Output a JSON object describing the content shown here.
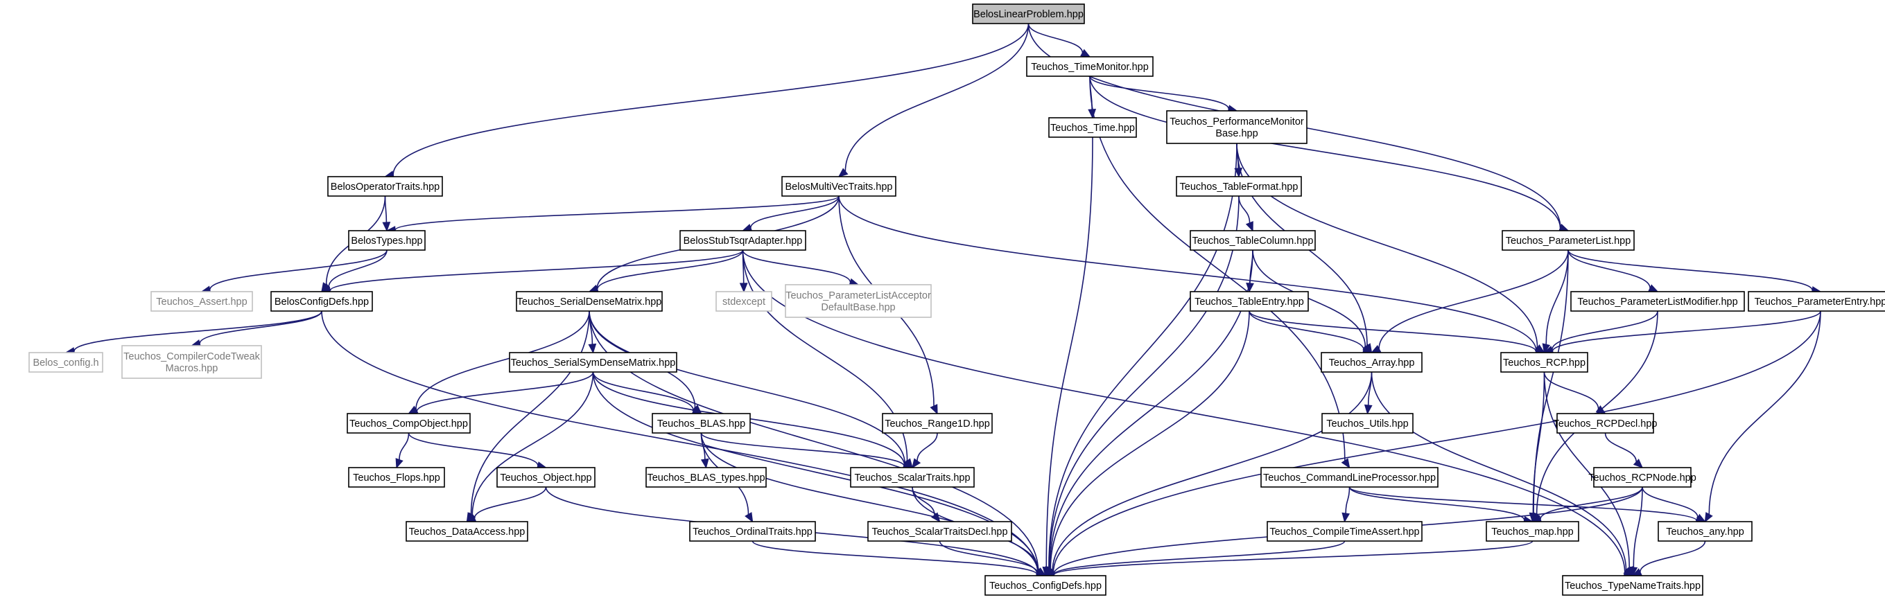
{
  "colors": {
    "edge": "#191970",
    "node_border": "#000000",
    "node_fill": "#ffffff",
    "root_fill": "#bfbfbf",
    "external_border": "#bfbfbf",
    "external_text": "#7a7a7a"
  },
  "nodes": {
    "root": {
      "lines": [
        "BelosLinearProblem.hpp"
      ]
    },
    "time_monitor": {
      "lines": [
        "Teuchos_TimeMonitor.hpp"
      ]
    },
    "time": {
      "lines": [
        "Teuchos_Time.hpp"
      ]
    },
    "perf_monitor": {
      "lines": [
        "Teuchos_PerformanceMonitor",
        "Base.hpp"
      ]
    },
    "table_format": {
      "lines": [
        "Teuchos_TableFormat.hpp"
      ]
    },
    "table_column": {
      "lines": [
        "Teuchos_TableColumn.hpp"
      ]
    },
    "table_entry": {
      "lines": [
        "Teuchos_TableEntry.hpp"
      ]
    },
    "param_list": {
      "lines": [
        "Teuchos_ParameterList.hpp"
      ]
    },
    "param_list_modifier": {
      "lines": [
        "Teuchos_ParameterListModifier.hpp"
      ]
    },
    "param_entry": {
      "lines": [
        "Teuchos_ParameterEntry.hpp"
      ]
    },
    "op_traits": {
      "lines": [
        "BelosOperatorTraits.hpp"
      ]
    },
    "mv_traits": {
      "lines": [
        "BelosMultiVecTraits.hpp"
      ]
    },
    "belos_types": {
      "lines": [
        "BelosTypes.hpp"
      ]
    },
    "tsqr": {
      "lines": [
        "BelosStubTsqrAdapter.hpp"
      ]
    },
    "assert": {
      "lines": [
        "Teuchos_Assert.hpp"
      ]
    },
    "stdexcept": {
      "lines": [
        "stdexcept"
      ]
    },
    "pl_acceptor": {
      "lines": [
        "Teuchos_ParameterListAcceptor",
        "DefaultBase.hpp"
      ]
    },
    "config_defs": {
      "lines": [
        "BelosConfigDefs.hpp"
      ]
    },
    "serial_dense": {
      "lines": [
        "Teuchos_SerialDenseMatrix.hpp"
      ]
    },
    "belos_config": {
      "lines": [
        "Belos_config.h"
      ]
    },
    "compiler_tweak": {
      "lines": [
        "Teuchos_CompilerCodeTweak",
        "Macros.hpp"
      ]
    },
    "serial_sym": {
      "lines": [
        "Teuchos_SerialSymDenseMatrix.hpp"
      ]
    },
    "comp_object": {
      "lines": [
        "Teuchos_CompObject.hpp"
      ]
    },
    "flops": {
      "lines": [
        "Teuchos_Flops.hpp"
      ]
    },
    "object": {
      "lines": [
        "Teuchos_Object.hpp"
      ]
    },
    "data_access": {
      "lines": [
        "Teuchos_DataAccess.hpp"
      ]
    },
    "blas": {
      "lines": [
        "Teuchos_BLAS.hpp"
      ]
    },
    "blas_types": {
      "lines": [
        "Teuchos_BLAS_types.hpp"
      ]
    },
    "ordinal_traits": {
      "lines": [
        "Teuchos_OrdinalTraits.hpp"
      ]
    },
    "range1d": {
      "lines": [
        "Teuchos_Range1D.hpp"
      ]
    },
    "scalar_traits": {
      "lines": [
        "Teuchos_ScalarTraits.hpp"
      ]
    },
    "scalar_traits_decl": {
      "lines": [
        "Teuchos_ScalarTraitsDecl.hpp"
      ]
    },
    "config": {
      "lines": [
        "Teuchos_ConfigDefs.hpp"
      ]
    },
    "array": {
      "lines": [
        "Teuchos_Array.hpp"
      ]
    },
    "utils": {
      "lines": [
        "Teuchos_Utils.hpp"
      ]
    },
    "cmdline": {
      "lines": [
        "Teuchos_CommandLineProcessor.hpp"
      ]
    },
    "compile_assert": {
      "lines": [
        "Teuchos_CompileTimeAssert.hpp"
      ]
    },
    "rcp": {
      "lines": [
        "Teuchos_RCP.hpp"
      ]
    },
    "rcp_decl": {
      "lines": [
        "Teuchos_RCPDecl.hpp"
      ]
    },
    "rcp_node": {
      "lines": [
        "Teuchos_RCPNode.hpp"
      ]
    },
    "map": {
      "lines": [
        "Teuchos_map.hpp"
      ]
    },
    "any": {
      "lines": [
        "Teuchos_any.hpp"
      ]
    },
    "type_name": {
      "lines": [
        "Teuchos_TypeNameTraits.hpp"
      ]
    }
  }
}
